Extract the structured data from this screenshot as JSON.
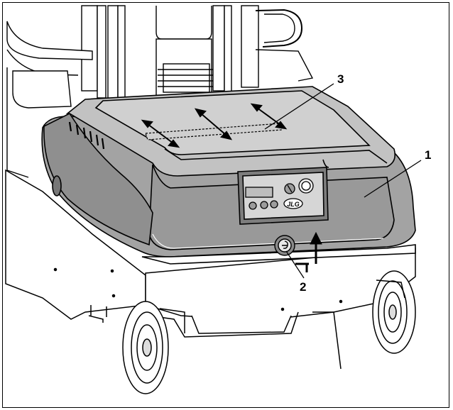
{
  "figure": {
    "callouts": [
      {
        "id": "callout-1",
        "label": "1"
      },
      {
        "id": "callout-2",
        "label": "2"
      },
      {
        "id": "callout-3",
        "label": "3"
      }
    ],
    "brand_logo_text": "JLG",
    "colors": {
      "body_fill": "#a9a9a9",
      "body_dark": "#8c8c8c",
      "top_fill": "#c4c4c4",
      "panel_fill": "#d6d6d6",
      "line": "#000000",
      "chassis_fill": "#ffffff"
    }
  }
}
